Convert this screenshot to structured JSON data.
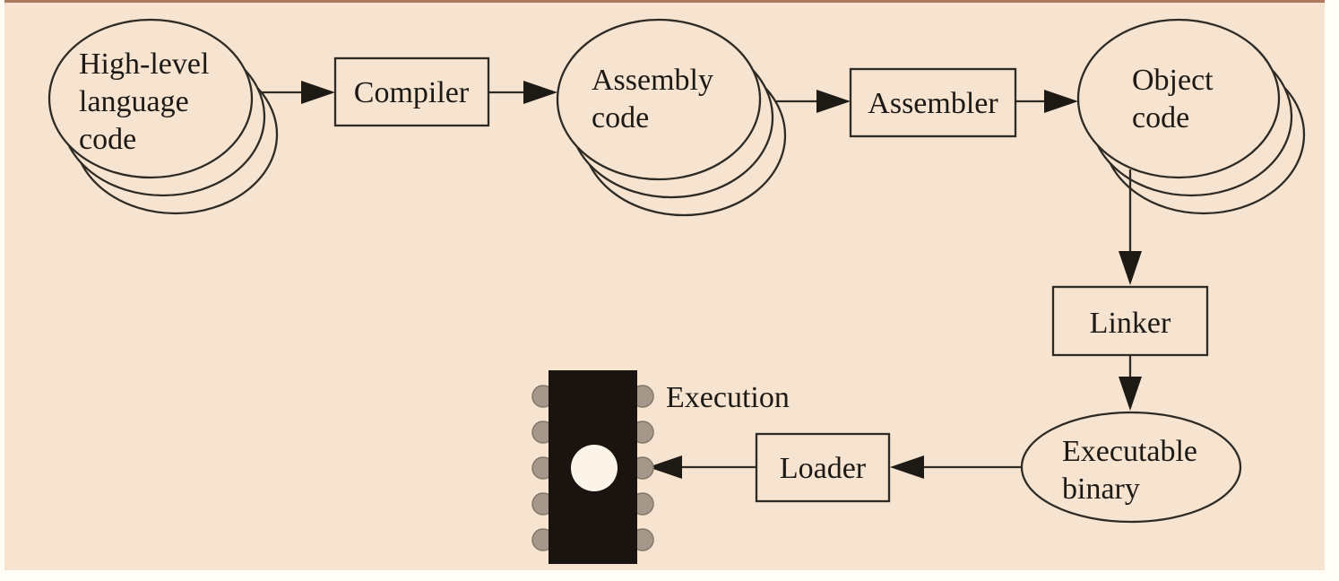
{
  "diagram": {
    "description": "Program build and execution flow",
    "nodes": {
      "high_level": {
        "type": "document-stack",
        "label_lines": [
          "High-level",
          "language",
          "code"
        ]
      },
      "compiler": {
        "type": "process-box",
        "label": "Compiler"
      },
      "assembly": {
        "type": "document-stack",
        "label_lines": [
          "Assembly",
          "code"
        ]
      },
      "assembler": {
        "type": "process-box",
        "label": "Assembler"
      },
      "object_code": {
        "type": "document-stack",
        "label_lines": [
          "Object",
          "code"
        ]
      },
      "linker": {
        "type": "process-box",
        "label": "Linker"
      },
      "executable": {
        "type": "ellipse",
        "label_lines": [
          "Executable",
          "binary"
        ]
      },
      "loader": {
        "type": "process-box",
        "label": "Loader"
      },
      "execution": {
        "type": "chip-icon",
        "label": "Execution"
      }
    },
    "edges": [
      {
        "from": "high_level",
        "to": "compiler"
      },
      {
        "from": "compiler",
        "to": "assembly"
      },
      {
        "from": "assembly",
        "to": "assembler"
      },
      {
        "from": "assembler",
        "to": "object_code"
      },
      {
        "from": "object_code",
        "to": "linker"
      },
      {
        "from": "linker",
        "to": "executable"
      },
      {
        "from": "executable",
        "to": "loader"
      },
      {
        "from": "loader",
        "to": "execution"
      }
    ],
    "colors": {
      "panel_background": "#f6e3d0",
      "outline_stroke": "#2e2a24",
      "text": "#1d1a16",
      "page_margin": "#fffdf6",
      "top_rule": "#ad7a5f",
      "chip_body": "#19140f",
      "chip_pin": "#a5988b",
      "chip_hole": "#fcf4e8"
    }
  }
}
